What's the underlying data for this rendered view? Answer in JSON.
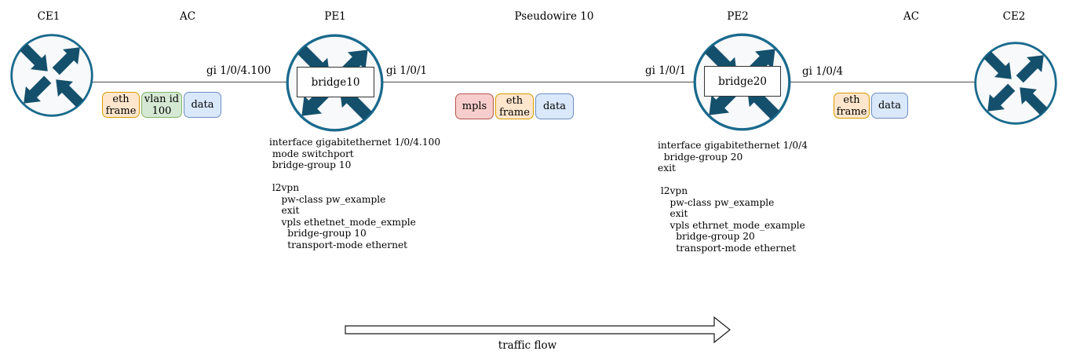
{
  "labels": {
    "ce1": "CE1",
    "ac_left": "AC",
    "pe1": "PE1",
    "pseudowire": "Pseudowire 10",
    "pe2": "PE2",
    "ac_right": "AC",
    "ce2": "CE2",
    "bridge10": "bridge10",
    "bridge20": "bridge20",
    "traffic_flow": "traffic flow"
  },
  "interfaces": {
    "ce1_pe1": "gi 1/0/4.100",
    "pe1_pseudowire": "gi 1/0/1",
    "pseudowire_pe2": "gi 1/0/1",
    "pe2_ce2": "gi 1/0/4"
  },
  "frames": {
    "ac_left": [
      {
        "line1": "eth",
        "line2": "frame",
        "color": "#ffe6cc"
      },
      {
        "line1": "vlan id",
        "line2": "100",
        "color": "#d5e8d4"
      },
      {
        "line1": "data",
        "line2": "",
        "color": "#dae8fc"
      }
    ],
    "pseudowire": [
      {
        "line1": "mpls",
        "line2": "",
        "color": "#f8cecc"
      },
      {
        "line1": "eth",
        "line2": "frame",
        "color": "#ffe6cc"
      },
      {
        "line1": "data",
        "line2": "",
        "color": "#dae8fc"
      }
    ],
    "ac_right": [
      {
        "line1": "eth",
        "line2": "frame",
        "color": "#ffe6cc"
      },
      {
        "line1": "data",
        "line2": "",
        "color": "#dae8fc"
      }
    ]
  },
  "configs": {
    "pe1": [
      "interface gigabitethernet 1/0/4.100",
      " mode switchport",
      " bridge-group 10",
      "",
      " l2vpn",
      "    pw-class pw_example",
      "    exit",
      "    vpls ethetnet_mode_exmple",
      "      bridge-group 10",
      "      transport-mode ethernet"
    ],
    "pe2": [
      "interface gigabitethernet 1/0/4",
      "  bridge-group 20",
      "exit",
      "",
      " l2vpn",
      "    pw-class pw_example",
      "    exit",
      "    vpls ethrnet_mode_example",
      "      bridge-group 20",
      "      transport-mode ethernet"
    ]
  },
  "colors": {
    "router_fill": "#f8f9fa",
    "router_stroke": "#1a6a8d",
    "router_arrow": "#14506c",
    "frame_orange_fill": "#ffe6cc",
    "frame_orange_stroke": "#d79b00",
    "frame_green_fill": "#d5e8d4",
    "frame_green_stroke": "#82b366",
    "frame_blue_fill": "#dae8fc",
    "frame_blue_stroke": "#6c8ebf",
    "frame_red_fill": "#f8cecc",
    "frame_red_stroke": "#b85450",
    "line": "#4d4d4d"
  }
}
